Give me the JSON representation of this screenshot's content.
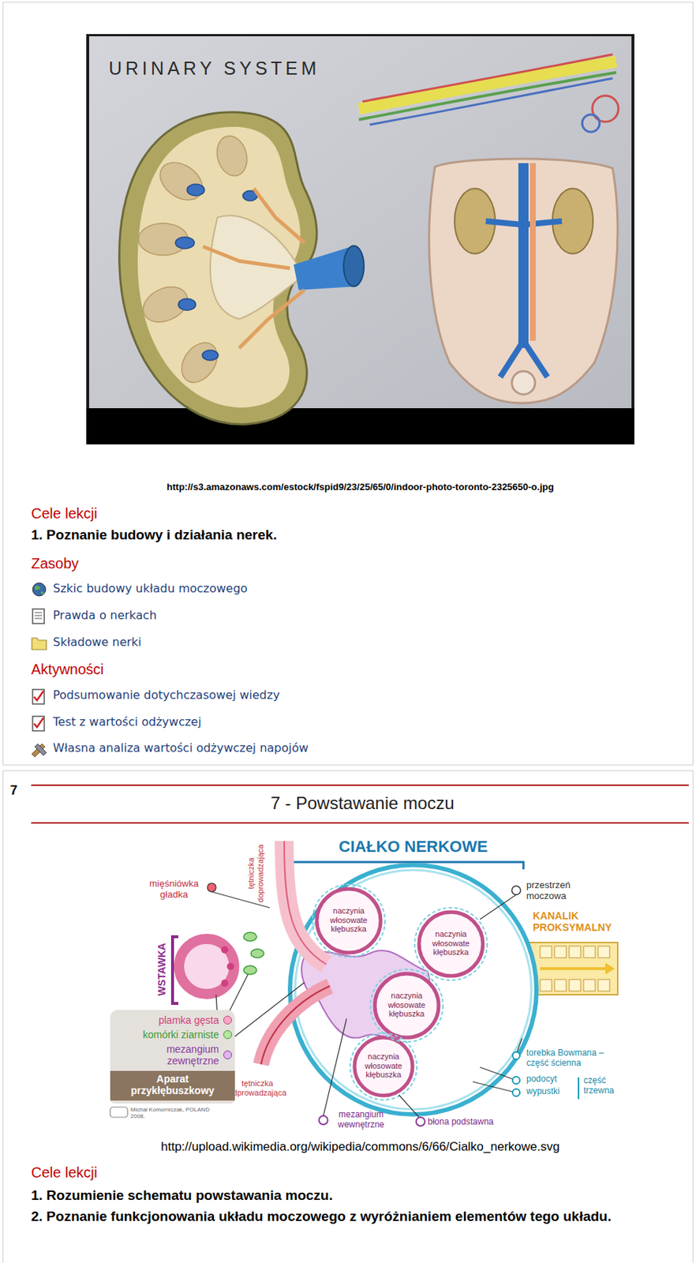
{
  "diagram": {
    "title": "7 - Powstawanie moczu",
    "nodes": [
      {
        "text": [
          "plamka gęsta",
          "komórki ziarniste",
          "mezangium zewnętrzne",
          "Aparat przykłębuszkowy"
        ]
      }
    ],
    "labels": [
      "URINARY SYSTEM",
      "http://s3.amazonaws.com/estock/fspid9/23/25/65/0/indoor-photo-toronto-2325650-o.jpg",
      "Cele lekcji",
      "1. Poznanie budowy i działania nerek.",
      "Zasoby",
      "Szkic budowy układu moczowego",
      "Prawda o nerkach",
      "Składowe nerki",
      "Aktywności",
      "Podsumowanie dotychczasowej wiedzy",
      "Test z wartości odżywczej",
      "Własna analiza wartości odżywczej napojów",
      "7",
      "CIAŁKO NERKOWE",
      "mięśniówka gładka",
      "tętniczka doprowadzająca",
      "naczynia włosowate kłębuszka",
      "naczynia włosowate kłębuszka",
      "naczynia włosowate kłębuszka",
      "naczynia włosowate kłębuszka",
      "przestrzeń moczowa",
      "KANALIK PROKSYMALNY",
      "WSTAWKA",
      "tętniczka odprowadzająca",
      "torebka Bowmana – część ścienna",
      "podocyt",
      "wypustki",
      "część trzewna",
      "mezangium wewnętrzne",
      "błona podstawna",
      "Michał Komorniczak, POLAND 2008.",
      "http://upload.wikimedia.org/wikipedia/commons/6/66/Cialko_nerkowe.svg",
      "Cele lekcji",
      "1. Rozumienie schematu powstawania moczu.",
      "2. Poznanie funkcjonowania układu moczowego z wyróżnianiem elementów tego układu."
    ]
  }
}
